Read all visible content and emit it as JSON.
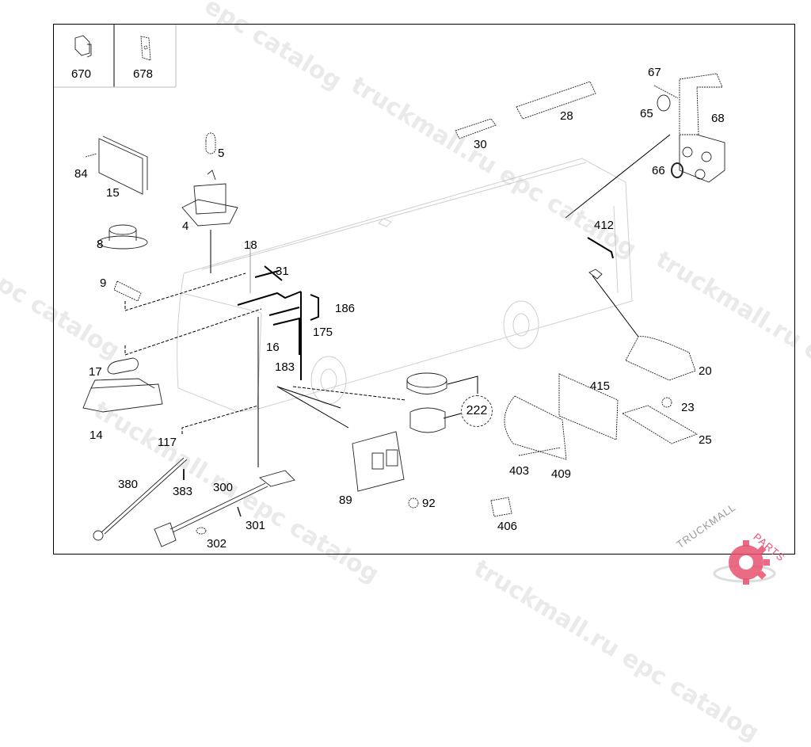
{
  "diagram": {
    "title": "Electrical parts exploded view",
    "legend_boxes": [
      {
        "id": "670",
        "label": "670"
      },
      {
        "id": "678",
        "label": "678"
      }
    ],
    "callouts": [
      {
        "id": "67",
        "label": "67"
      },
      {
        "id": "65",
        "label": "65"
      },
      {
        "id": "68",
        "label": "68"
      },
      {
        "id": "66",
        "label": "66"
      },
      {
        "id": "28",
        "label": "28"
      },
      {
        "id": "30",
        "label": "30"
      },
      {
        "id": "84",
        "label": "84"
      },
      {
        "id": "15",
        "label": "15"
      },
      {
        "id": "5",
        "label": "5"
      },
      {
        "id": "4",
        "label": "4"
      },
      {
        "id": "8",
        "label": "8"
      },
      {
        "id": "18",
        "label": "18"
      },
      {
        "id": "31",
        "label": "31"
      },
      {
        "id": "9",
        "label": "9"
      },
      {
        "id": "186",
        "label": "186"
      },
      {
        "id": "175",
        "label": "175"
      },
      {
        "id": "16",
        "label": "16"
      },
      {
        "id": "183",
        "label": "183"
      },
      {
        "id": "17",
        "label": "17"
      },
      {
        "id": "14",
        "label": "14"
      },
      {
        "id": "412",
        "label": "412"
      },
      {
        "id": "20",
        "label": "20"
      },
      {
        "id": "415",
        "label": "415"
      },
      {
        "id": "23",
        "label": "23"
      },
      {
        "id": "25",
        "label": "25"
      },
      {
        "id": "222",
        "label": "222"
      },
      {
        "id": "403",
        "label": "403"
      },
      {
        "id": "409",
        "label": "409"
      },
      {
        "id": "89",
        "label": "89"
      },
      {
        "id": "92",
        "label": "92"
      },
      {
        "id": "406",
        "label": "406"
      },
      {
        "id": "117",
        "label": "117"
      },
      {
        "id": "380",
        "label": "380"
      },
      {
        "id": "383",
        "label": "383"
      },
      {
        "id": "300",
        "label": "300"
      },
      {
        "id": "301",
        "label": "301"
      },
      {
        "id": "302",
        "label": "302"
      }
    ]
  },
  "watermarks": {
    "text_1": "truckmall.ru epc catalog",
    "text_2": "epc catalog"
  },
  "brand": {
    "name_part1": "TRUCKMALL",
    "name_part2": "PARTS",
    "accent_color": "#e8506e"
  }
}
